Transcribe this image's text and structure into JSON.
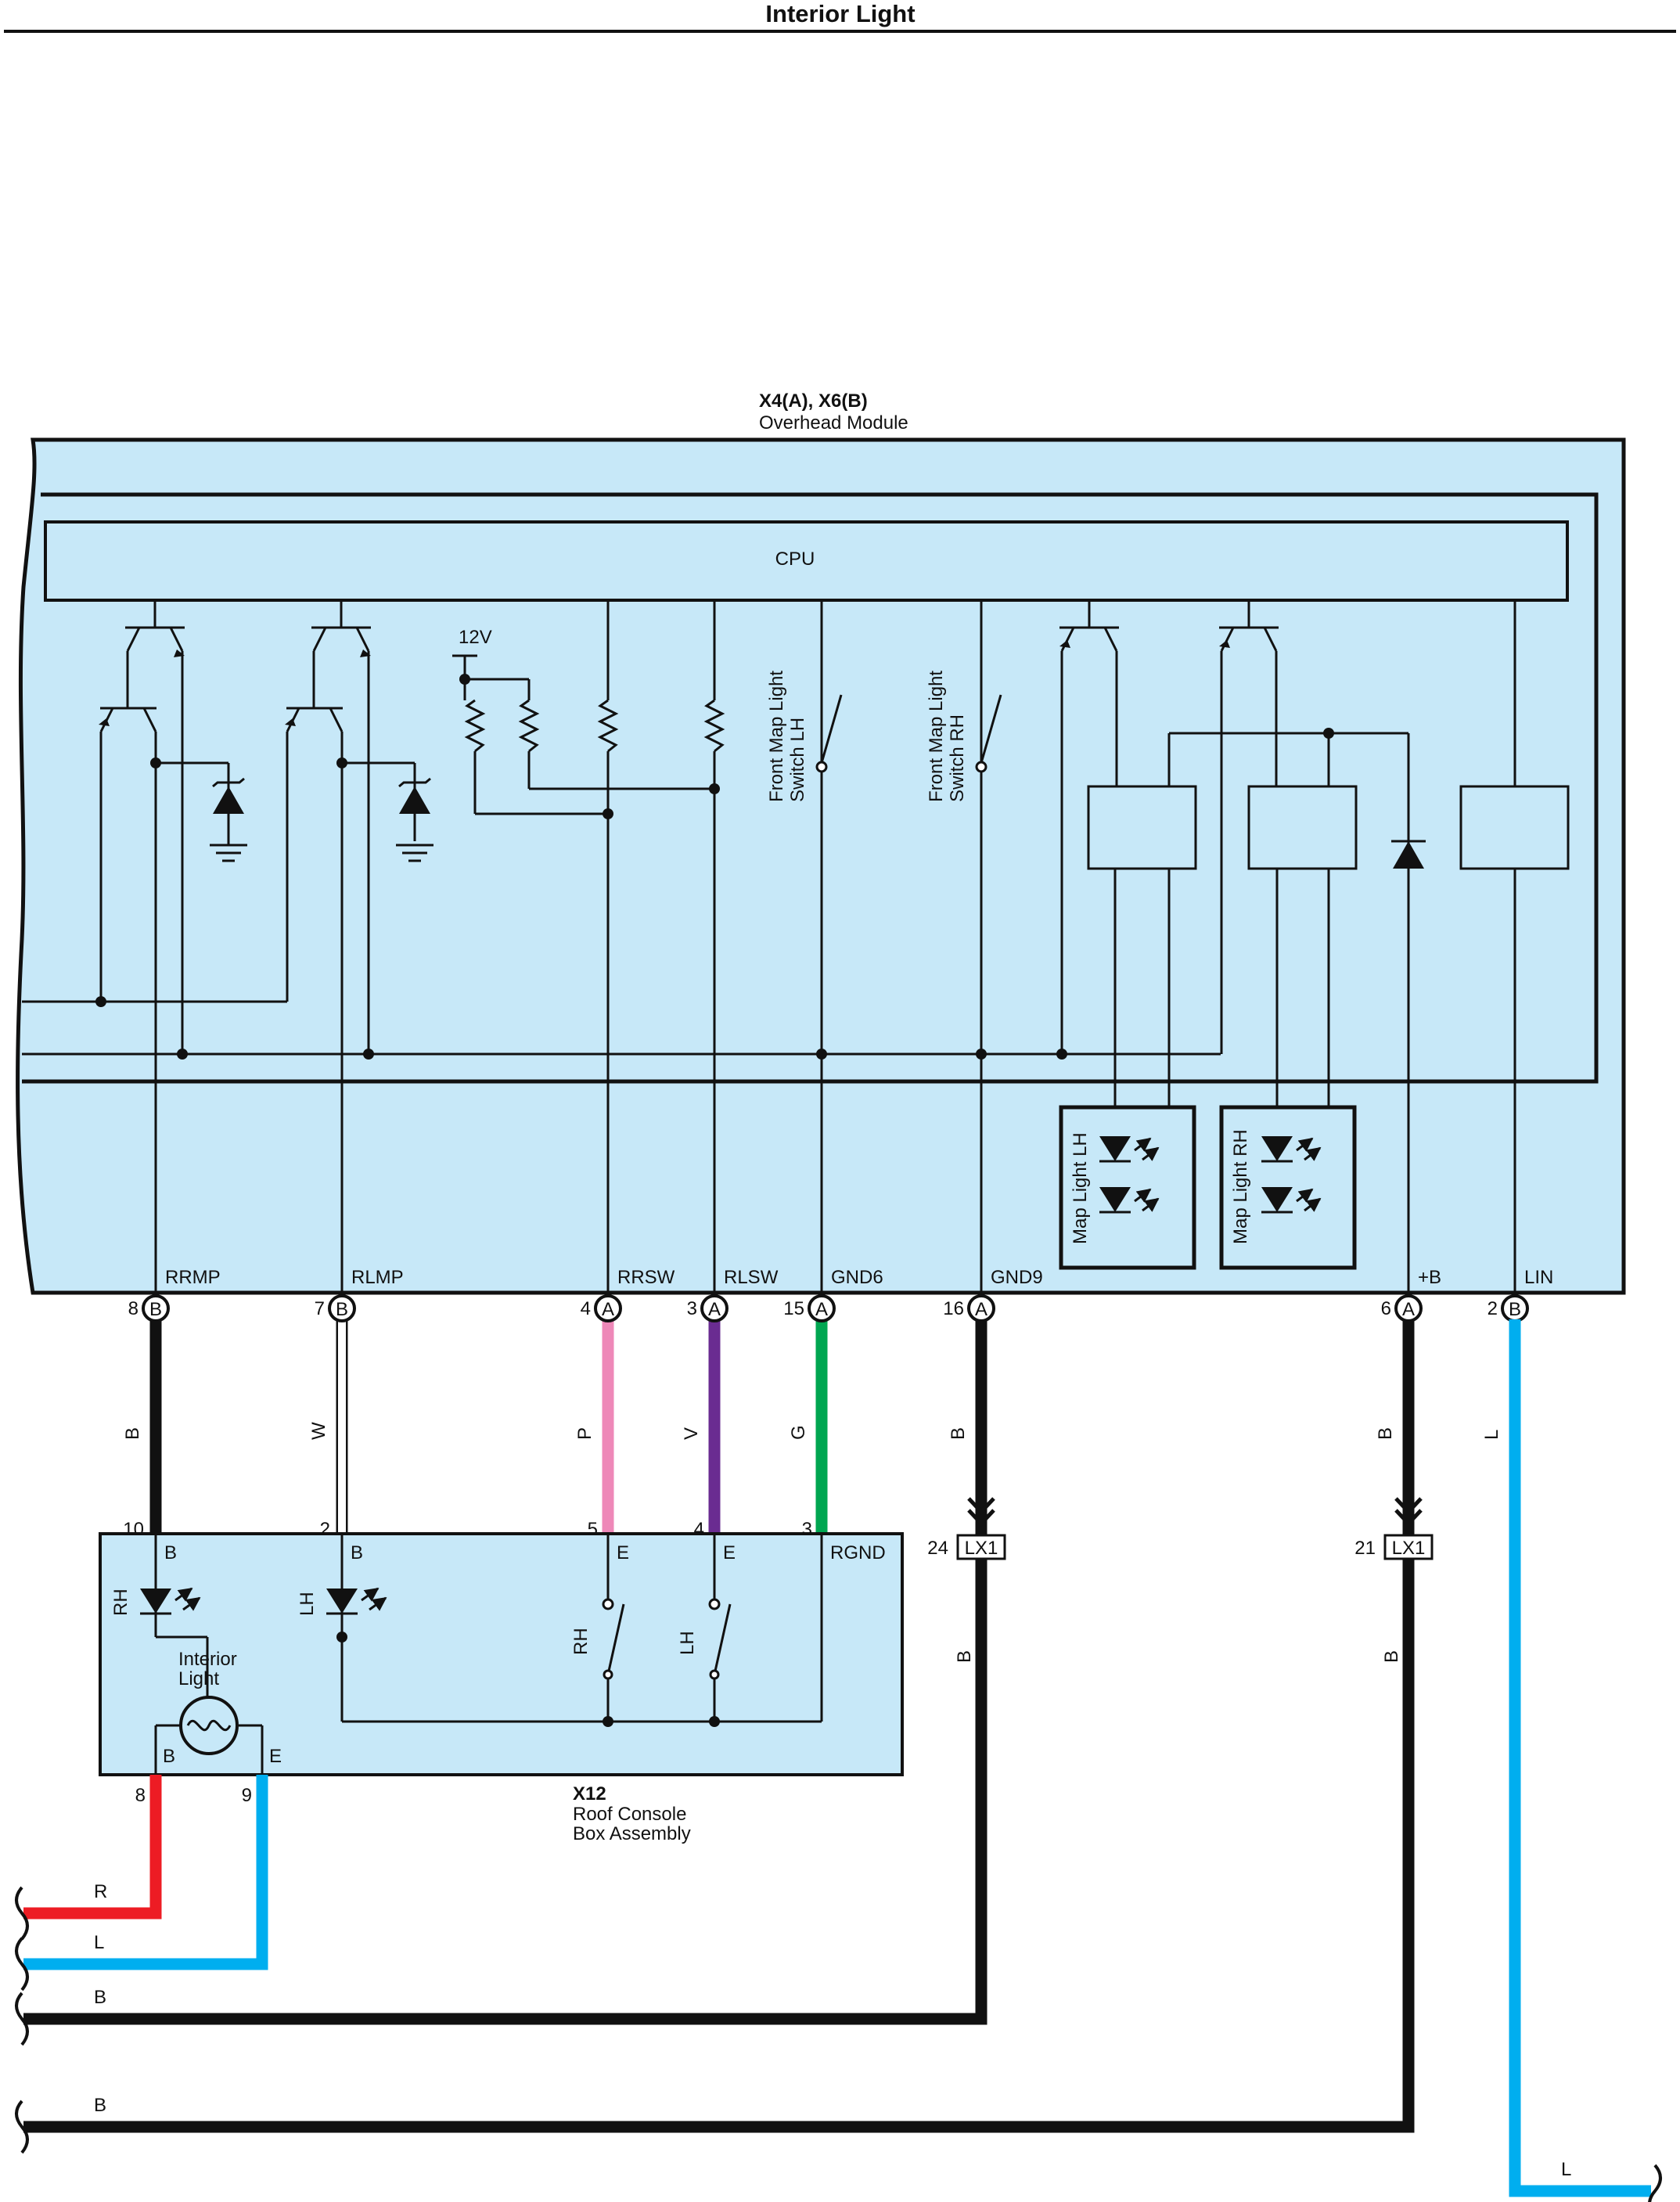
{
  "title": "Interior Light",
  "module": {
    "code": "X4(A), X6(B)",
    "name": "Overhead Module",
    "cpu_label": "CPU",
    "voltage_label": "12V",
    "switch_lh": [
      "Front Map Light",
      "Switch LH"
    ],
    "switch_rh": [
      "Front Map Light",
      "Switch RH"
    ],
    "map_light_lh": "Map Light LH",
    "map_light_rh": "Map Light RH"
  },
  "terminals": [
    {
      "name": "RRMP",
      "pin": "8",
      "conn": "B",
      "wire": "B",
      "color": "#111111"
    },
    {
      "name": "RLMP",
      "pin": "7",
      "conn": "B",
      "wire": "W",
      "color": "#ffffff"
    },
    {
      "name": "RRSW",
      "pin": "4",
      "conn": "A",
      "wire": "P",
      "color": "#ee88b8"
    },
    {
      "name": "RLSW",
      "pin": "3",
      "conn": "A",
      "wire": "V",
      "color": "#6a2c91"
    },
    {
      "name": "GND6",
      "pin": "15",
      "conn": "A",
      "wire": "G",
      "color": "#00a651"
    },
    {
      "name": "GND9",
      "pin": "16",
      "conn": "A",
      "wire": "B",
      "color": "#111111"
    },
    {
      "name": "+B",
      "pin": "6",
      "conn": "A",
      "wire": "B",
      "color": "#111111"
    },
    {
      "name": "LIN",
      "pin": "2",
      "conn": "B",
      "wire": "L",
      "color": "#00aeef"
    }
  ],
  "console": {
    "code": "X12",
    "name": [
      "Roof Console",
      "Box Assembly"
    ],
    "pins_top": [
      "10",
      "2",
      "5",
      "4",
      "3"
    ],
    "terms_top": [
      "B",
      "B",
      "E",
      "E",
      "RGND"
    ],
    "led_rh": "RH",
    "led_lh": "LH",
    "sw_rh": "RH",
    "sw_lh": "LH",
    "interior_light": [
      "Interior",
      "Light"
    ],
    "bulb_terms": [
      "B",
      "E"
    ],
    "pins_bottom": [
      "8",
      "9"
    ]
  },
  "junctions": [
    {
      "pin": "24",
      "code": "LX1",
      "wire_below": "B"
    },
    {
      "pin": "21",
      "code": "LX1",
      "wire_below": "B"
    }
  ],
  "bottom_wires": [
    {
      "label": "R",
      "color": "#ed1c24"
    },
    {
      "label": "L",
      "color": "#00aeef"
    },
    {
      "label": "B",
      "color": "#111111"
    },
    {
      "label": "B",
      "color": "#111111"
    },
    {
      "label": "L",
      "color": "#00aeef"
    }
  ]
}
